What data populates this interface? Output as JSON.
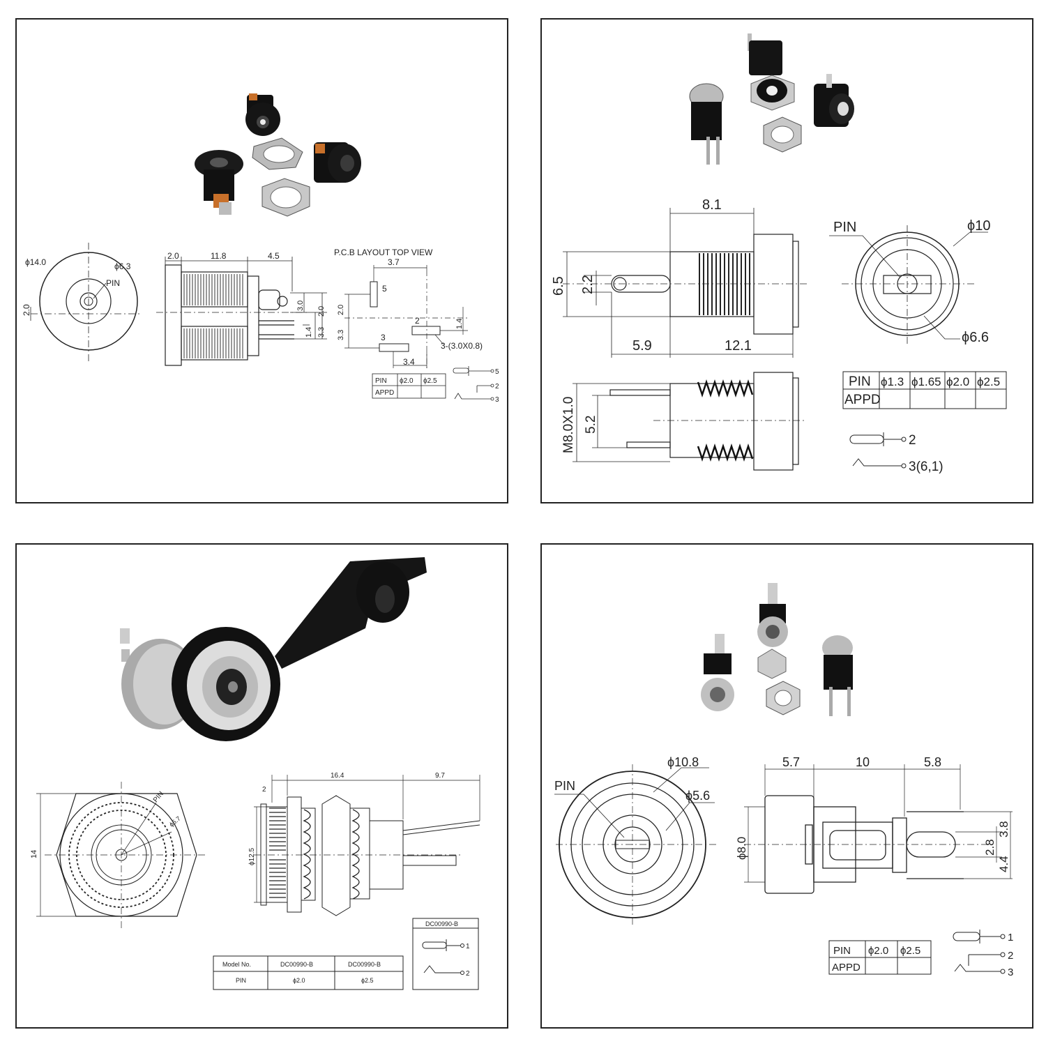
{
  "panel1": {
    "pcb_title": "P.C.B LAYOUT TOP VIEW",
    "dims": {
      "outer_dia": "ϕ14.0",
      "inner_dia": "ϕ6.3",
      "pin": "PIN",
      "left_2": "2.0",
      "w_2": "2.0",
      "w_11_8": "11.8",
      "w_4_5": "4.5",
      "v_3_0": "3.0",
      "v_2_0": "2.0",
      "v_3_3": "3.3",
      "v_1_4": "1.4",
      "pcb_3_7": "3.7",
      "pcb_2_0": "2.0",
      "pcb_3_3": "3.3",
      "pcb_1_4": "1.4",
      "pcb_3_4": "3.4",
      "pcb_hole": "3-(3.0X0.8)",
      "lbl5": "5",
      "lbl2": "2",
      "lbl3": "3"
    },
    "table": {
      "headers": [
        "PIN",
        "ϕ2.0",
        "ϕ2.5"
      ],
      "row2": "APPD"
    },
    "legend": [
      "5",
      "2",
      "3"
    ]
  },
  "panel2": {
    "dims": {
      "d8_1": "8.1",
      "d6_5": "6.5",
      "d2_2": "2.2",
      "d5_9": "5.9",
      "d12_1": "12.1",
      "pin": "PIN",
      "phi10": "ϕ10",
      "phi6_6": "ϕ6.6",
      "m8": "M8.0X1.0",
      "d5_2": "5.2"
    },
    "table": {
      "headers": [
        "PIN",
        "ϕ1.3",
        "ϕ1.65",
        "ϕ2.0",
        "ϕ2.5"
      ],
      "row2": "APPD"
    },
    "legend": [
      "2",
      "3(6,1)"
    ]
  },
  "panel3": {
    "dims": {
      "d16_4": "16.4",
      "d9_7": "9.7",
      "d2": "2",
      "d14": "14",
      "pin": "PIN",
      "phi5_7": "ϕ5.7",
      "phi12_5": "ϕ12.5"
    },
    "table": {
      "headers": [
        "Model No.",
        "DC00990-B",
        "DC00990-B"
      ],
      "row2": [
        "PIN",
        "ϕ2.0",
        "ϕ2.5"
      ]
    },
    "legend_title": "DC00990-B",
    "legend": [
      "1",
      "2"
    ]
  },
  "panel4": {
    "dims": {
      "phi10_8": "ϕ10.8",
      "phi5_6": "ϕ5.6",
      "pin": "PIN",
      "d5_7": "5.7",
      "d10": "10",
      "d5_8": "5.8",
      "phi8_0": "ϕ8.0",
      "d3_8": "3.8",
      "d2_8": "2.8",
      "d4_4": "4.4"
    },
    "table": {
      "headers": [
        "PIN",
        "ϕ2.0",
        "ϕ2.5"
      ],
      "row2": "APPD"
    },
    "legend": [
      "1",
      "2",
      "3"
    ]
  }
}
